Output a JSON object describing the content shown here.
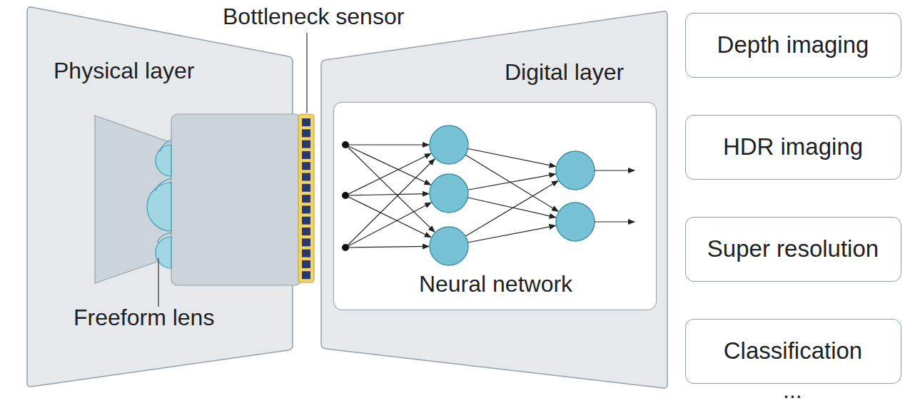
{
  "diagram": {
    "nodes": [
      {
        "text": [
          "Physical layer"
        ]
      },
      {
        "text": [
          "Digital layer"
        ]
      },
      {
        "text": [
          "Neural network"
        ],
        "in": 1
      },
      {
        "text": [
          "Depth imaging"
        ]
      },
      {
        "text": [
          "HDR imaging"
        ]
      },
      {
        "text": [
          "Super resolution"
        ]
      },
      {
        "text": [
          "Classification"
        ]
      }
    ],
    "labels": [
      "Bottleneck sensor",
      "Freeform lens",
      "..."
    ]
  }
}
